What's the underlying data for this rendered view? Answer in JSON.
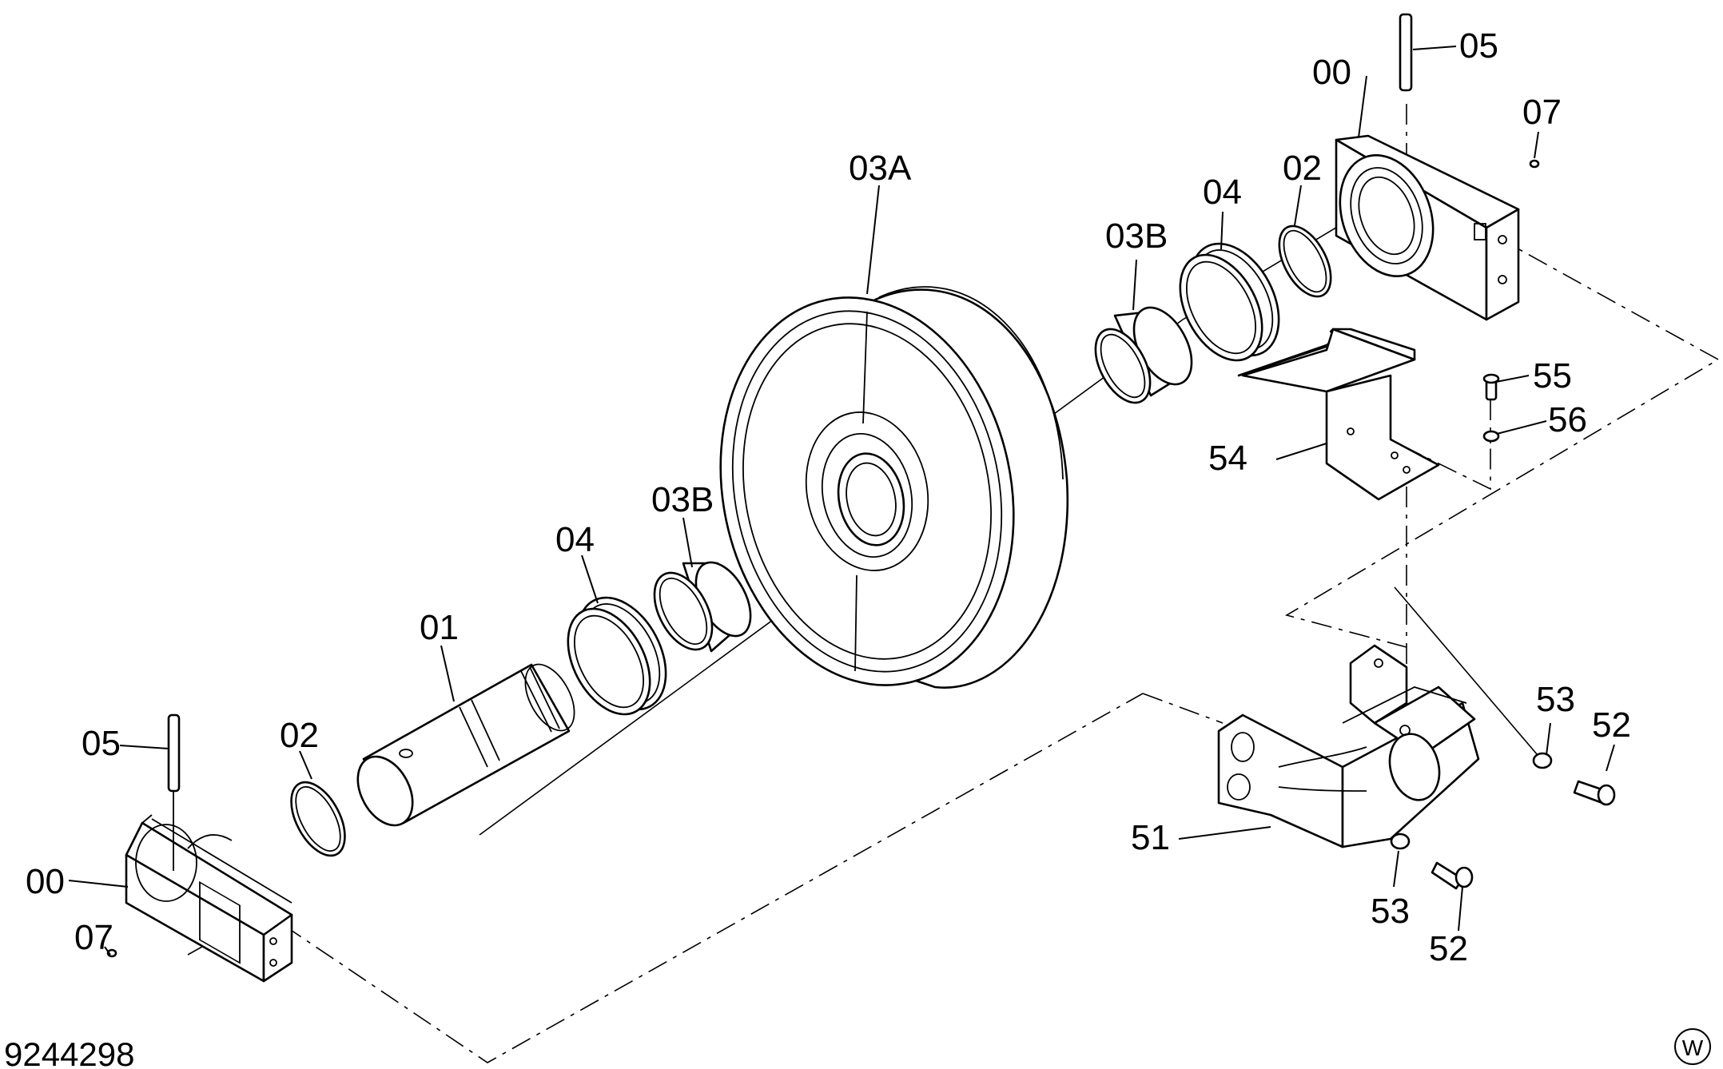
{
  "diagram": {
    "figure_number": "9244298",
    "corner_mark": "W",
    "callouts": {
      "bracket_left": "00",
      "bracket_right": "00",
      "shaft": "01",
      "oring_left": "02",
      "oring_right": "02",
      "idler": "03A",
      "bushing_left": "03B",
      "bushing_right": "03B",
      "seal_left": "04",
      "seal_right": "04",
      "pin_left": "05",
      "pin_right": "05",
      "plug_left": "07",
      "plug_right": "07",
      "yoke": "51",
      "bolt_lower": "52",
      "bolt_right": "52",
      "washer_lower": "53",
      "washer_right": "53",
      "plate": "54",
      "plate_bolt": "55",
      "plate_washer": "56"
    }
  }
}
